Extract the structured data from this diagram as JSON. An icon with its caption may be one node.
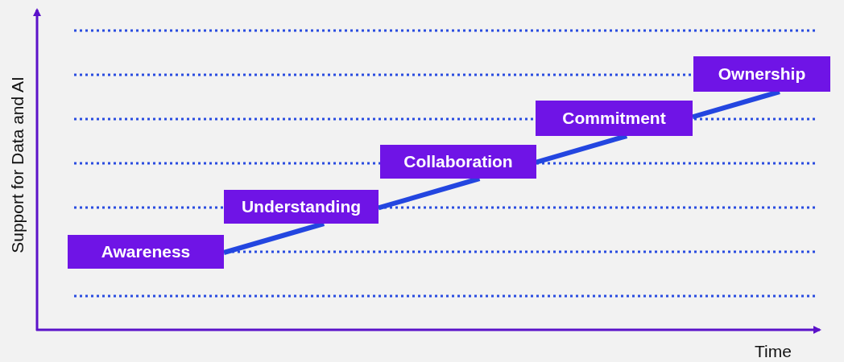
{
  "diagram": {
    "nodes": [
      {
        "text": [
          "Awareness"
        ]
      },
      {
        "text": [
          "Understanding"
        ]
      },
      {
        "text": [
          "Collaboration"
        ]
      },
      {
        "text": [
          "Commitment"
        ]
      },
      {
        "text": [
          "Ownership"
        ]
      }
    ],
    "edges": [
      {
        "from": 0,
        "to": 1,
        "arrow": "none"
      },
      {
        "from": 1,
        "to": 2,
        "arrow": "none"
      },
      {
        "from": 2,
        "to": 3,
        "arrow": "none"
      },
      {
        "from": 3,
        "to": 4,
        "arrow": "none"
      }
    ],
    "labels": [
      "Support for Data and AI",
      "Time"
    ]
  }
}
